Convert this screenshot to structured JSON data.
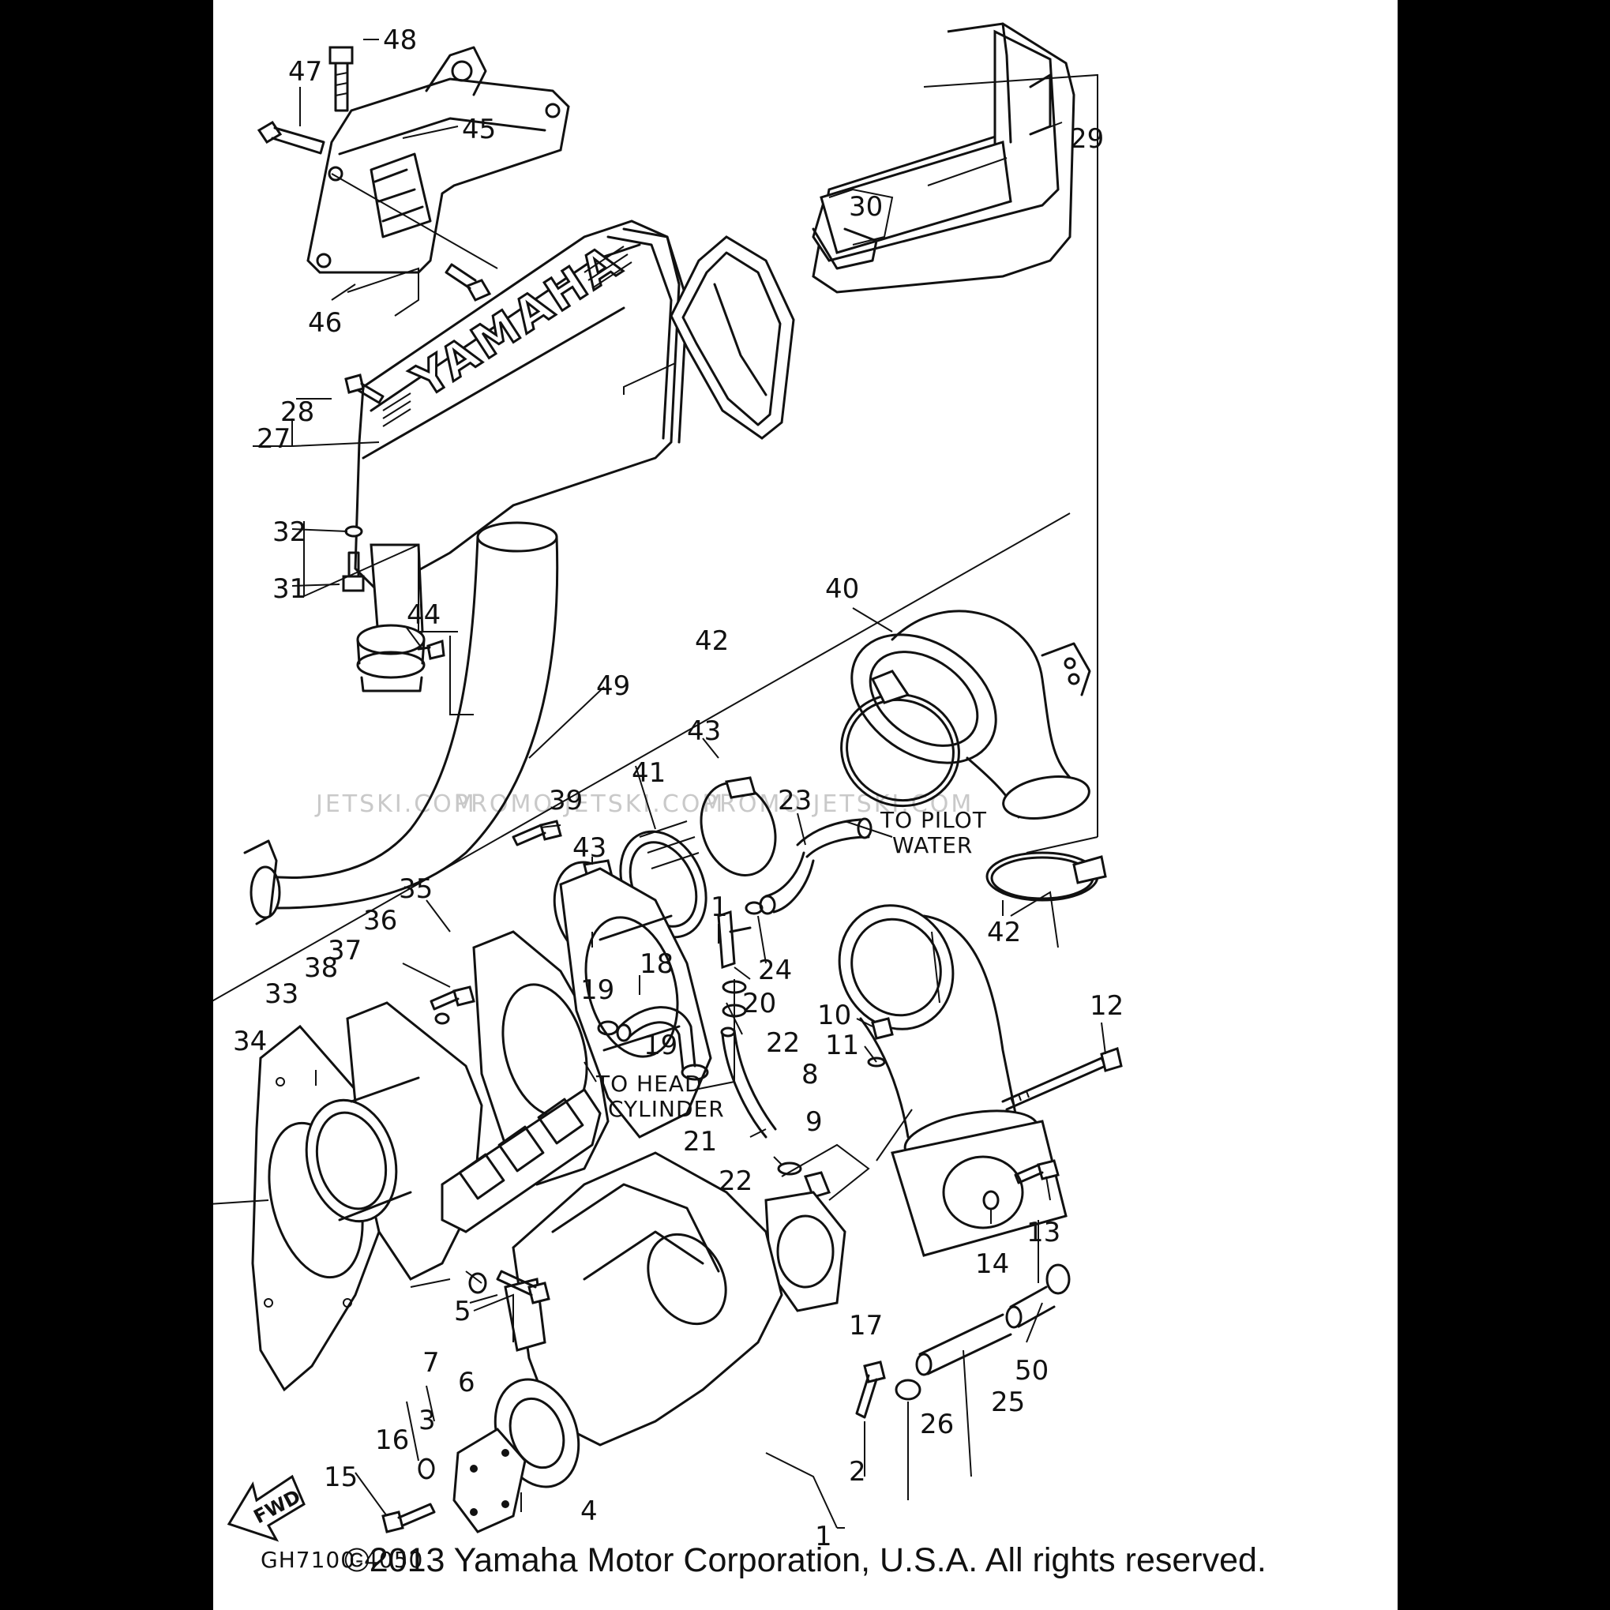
{
  "diagram": {
    "part_code": "GH7100-4050",
    "copyright": "©2013 Yamaha Motor Corporation, U.S.A. All rights reserved.",
    "brand_embossing": "YAMAHA",
    "watermarks": [
      "JETSKI.COM",
      "PROMO JETSKI.COM",
      "PROMO JETSKI.COM"
    ],
    "direction_marker": "FWD",
    "annotations": {
      "to_pilot_line1": "TO PILOT",
      "to_pilot_line2": "WATER",
      "to_head_line1": "TO HEAD",
      "to_head_line2": "CYLINDER"
    },
    "callouts": [
      {
        "id": "c48",
        "label": "48"
      },
      {
        "id": "c47",
        "label": "47"
      },
      {
        "id": "c45",
        "label": "45"
      },
      {
        "id": "c46",
        "label": "46"
      },
      {
        "id": "c29",
        "label": "29"
      },
      {
        "id": "c30",
        "label": "30"
      },
      {
        "id": "c28",
        "label": "28"
      },
      {
        "id": "c27",
        "label": "27"
      },
      {
        "id": "c32",
        "label": "32"
      },
      {
        "id": "c31",
        "label": "31"
      },
      {
        "id": "c44",
        "label": "44"
      },
      {
        "id": "c40",
        "label": "40"
      },
      {
        "id": "c42a",
        "label": "42"
      },
      {
        "id": "c49",
        "label": "49"
      },
      {
        "id": "c43a",
        "label": "43"
      },
      {
        "id": "c41",
        "label": "41"
      },
      {
        "id": "c39",
        "label": "39"
      },
      {
        "id": "c43b",
        "label": "43"
      },
      {
        "id": "c23",
        "label": "23"
      },
      {
        "id": "c42b",
        "label": "42"
      },
      {
        "id": "c35",
        "label": "35"
      },
      {
        "id": "c36",
        "label": "36"
      },
      {
        "id": "c37",
        "label": "37"
      },
      {
        "id": "c38",
        "label": "38"
      },
      {
        "id": "c33",
        "label": "33"
      },
      {
        "id": "c34",
        "label": "34"
      },
      {
        "id": "c18",
        "label": "18"
      },
      {
        "id": "c19a",
        "label": "19"
      },
      {
        "id": "c19b",
        "label": "19"
      },
      {
        "id": "c24",
        "label": "24"
      },
      {
        "id": "c20",
        "label": "20"
      },
      {
        "id": "c22a",
        "label": "22"
      },
      {
        "id": "c1a",
        "label": "1"
      },
      {
        "id": "c10",
        "label": "10"
      },
      {
        "id": "c11",
        "label": "11"
      },
      {
        "id": "c12",
        "label": "12"
      },
      {
        "id": "c8",
        "label": "8"
      },
      {
        "id": "c9",
        "label": "9"
      },
      {
        "id": "c21",
        "label": "21"
      },
      {
        "id": "c22b",
        "label": "22"
      },
      {
        "id": "c13",
        "label": "13"
      },
      {
        "id": "c14",
        "label": "14"
      },
      {
        "id": "c17",
        "label": "17"
      },
      {
        "id": "c5",
        "label": "5"
      },
      {
        "id": "c7",
        "label": "7"
      },
      {
        "id": "c6",
        "label": "6"
      },
      {
        "id": "c3",
        "label": "3"
      },
      {
        "id": "c16",
        "label": "16"
      },
      {
        "id": "c15",
        "label": "15"
      },
      {
        "id": "c4",
        "label": "4"
      },
      {
        "id": "c2",
        "label": "2"
      },
      {
        "id": "c1b",
        "label": "1"
      },
      {
        "id": "c26",
        "label": "26"
      },
      {
        "id": "c25",
        "label": "25"
      },
      {
        "id": "c50",
        "label": "50"
      }
    ]
  }
}
